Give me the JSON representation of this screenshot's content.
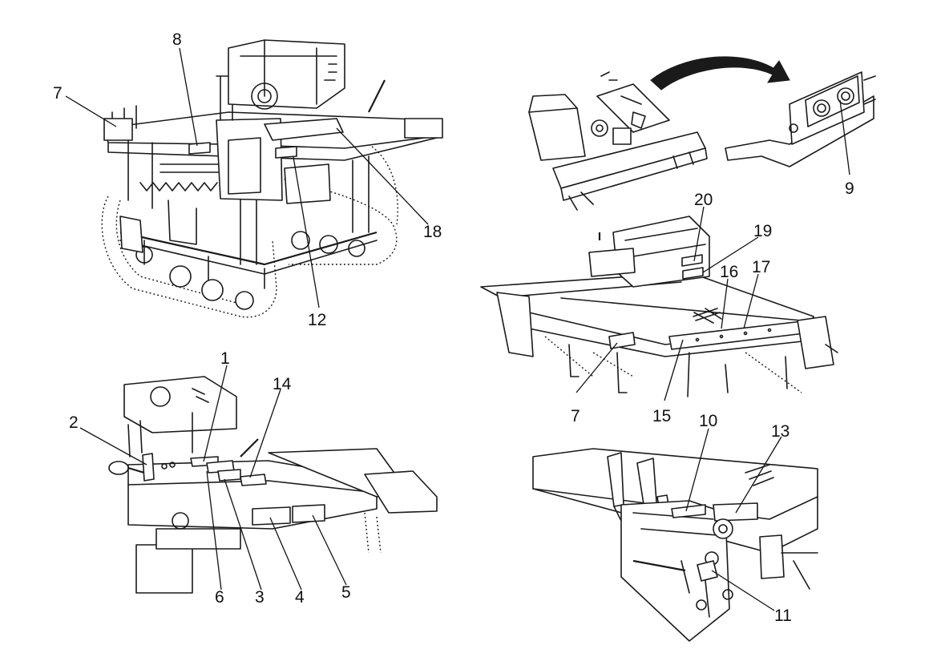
{
  "callouts": {
    "c1": "1",
    "c2": "2",
    "c3": "3",
    "c4": "4",
    "c5": "5",
    "c6": "6",
    "c7a": "7",
    "c7b": "7",
    "c8": "8",
    "c9": "9",
    "c10": "10",
    "c11": "11",
    "c12": "12",
    "c13": "13",
    "c14": "14",
    "c15": "15",
    "c16": "16",
    "c17": "17",
    "c18": "18",
    "c19": "19",
    "c20": "20"
  },
  "colors": {
    "ink": "#1a1a1a",
    "background": "#ffffff"
  }
}
